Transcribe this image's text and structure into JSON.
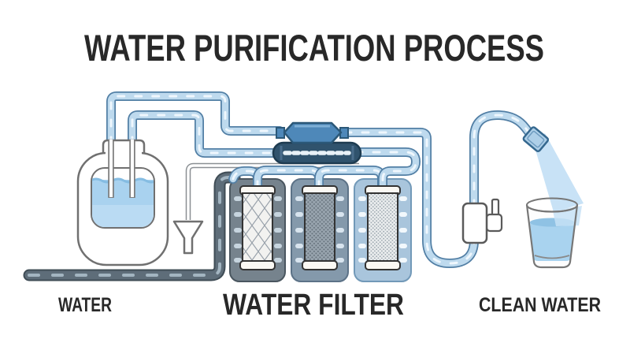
{
  "title": "WATER PURIFICATION PROCESS",
  "labels": {
    "source": "WATER",
    "filter": "WATER FILTER",
    "clean": "CLEAN WATER"
  },
  "components": {
    "tank": "water-storage-tank",
    "funnel": "drain-funnel",
    "inlet_pipe": "raw-water-inlet-pipe",
    "stage1": "sediment-string-wound-cartridge",
    "stage2": "carbon-block-cartridge",
    "stage3": "fine-polishing-cartridge",
    "membrane": "membrane-housing",
    "pump": "pump-capsule",
    "faucet": "faucet-valve",
    "glass": "glass-of-clean-water",
    "tubing": "blue-water-tubing"
  },
  "colors": {
    "text": "#282828",
    "tube_fill": "#bedaee",
    "tube_outline": "#527fa5",
    "dark_pipe": "#5e6d79",
    "housing_stage1": "#76838d",
    "housing_stage2": "#8499ab",
    "housing_stage3": "#a9c5dc",
    "membrane_capsule": "#30536d",
    "pump_capsule": "#4e88b9",
    "water": "#a9d2ef",
    "stream": "#c8e2f6"
  }
}
